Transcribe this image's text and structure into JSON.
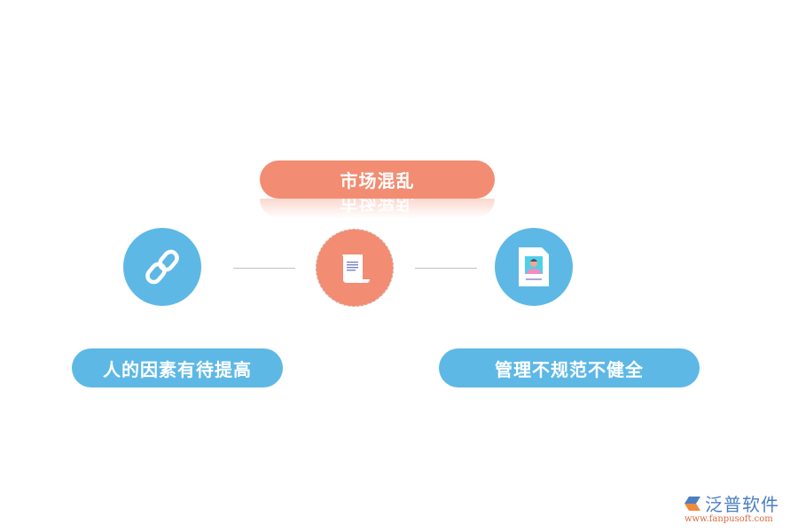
{
  "diagram": {
    "top_label": "市场混乱",
    "left_label": "人的因素有待提高",
    "right_label": "管理不规范不健全",
    "nodes": [
      {
        "icon": "chain-link-icon",
        "color": "#5db8e6"
      },
      {
        "icon": "scroll-document-icon",
        "color": "#f28c72"
      },
      {
        "icon": "id-card-profile-icon",
        "color": "#5db8e6"
      }
    ],
    "colors": {
      "accent_orange": "#f28c72",
      "accent_blue": "#5db8e6",
      "connector": "#c0c0c8"
    }
  },
  "logo": {
    "name": "泛普软件",
    "url": "www.fanpusoft.com"
  }
}
